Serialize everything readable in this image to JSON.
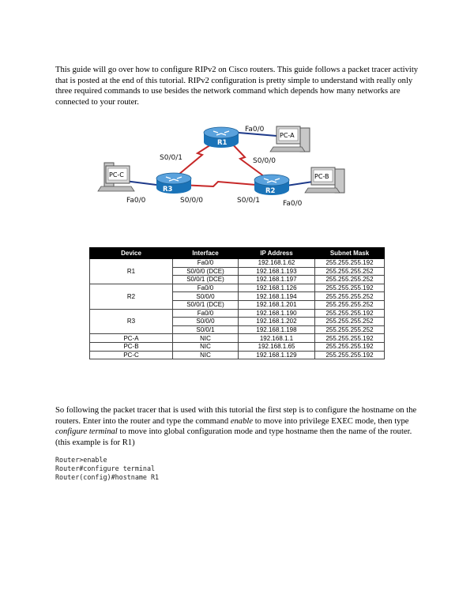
{
  "intro": "This guide will go over how to configure RIPv2 on Cisco routers. This guide follows a packet tracer activity that is posted at the end of this tutorial. RIPv2 configuration is pretty simple to understand with really only three required commands to use besides the network command which depends how many networks are connected to your router.",
  "diagram": {
    "routers": {
      "r1": "R1",
      "r2": "R2",
      "r3": "R3"
    },
    "pcs": {
      "a": "PC-A",
      "b": "PC-B",
      "c": "PC-C"
    },
    "labels": {
      "r1_fa": "Fa0/0",
      "r1_s001": "S0/0/1",
      "r1_s000": "S0/0/0",
      "r2_s001": "S0/0/1",
      "r2_fa": "Fa0/0",
      "r3_fa": "Fa0/0",
      "r3_s000": "S0/0/0"
    },
    "colors": {
      "router": "#1a73b8",
      "router_top": "#5aa2dd",
      "link": "#c62828",
      "lan": "#1e3a8a"
    }
  },
  "table": {
    "headers": [
      "Device",
      "Interface",
      "IP Address",
      "Subnet Mask"
    ],
    "groups": [
      {
        "device": "R1",
        "rows": [
          [
            "Fa0/0",
            "192.168.1.62",
            "255.255.255.192"
          ],
          [
            "S0/0/0 (DCE)",
            "192.168.1.193",
            "255.255.255.252"
          ],
          [
            "S0/0/1 (DCE)",
            "192.168.1.197",
            "255.255.255.252"
          ]
        ]
      },
      {
        "device": "R2",
        "rows": [
          [
            "Fa0/0",
            "192.168.1.126",
            "255.255.255.192"
          ],
          [
            "S0/0/0",
            "192.168.1.194",
            "255.255.255.252"
          ],
          [
            "S0/0/1 (DCE)",
            "192.168.1.201",
            "255.255.255.252"
          ]
        ]
      },
      {
        "device": "R3",
        "rows": [
          [
            "Fa0/0",
            "192.168.1.190",
            "255.255.255.192"
          ],
          [
            "S0/0/0",
            "192.168.1.202",
            "255.255.255.252"
          ],
          [
            "S0/0/1",
            "192.168.1.198",
            "255.255.255.252"
          ]
        ]
      },
      {
        "device": "PC-A",
        "rows": [
          [
            "NIC",
            "192.168.1.1",
            "255.255.255.192"
          ]
        ]
      },
      {
        "device": "PC-B",
        "rows": [
          [
            "NIC",
            "192.168.1.65",
            "255.255.255.192"
          ]
        ]
      },
      {
        "device": "PC-C",
        "rows": [
          [
            "NIC",
            "192.168.1.129",
            "255.255.255.192"
          ]
        ]
      }
    ]
  },
  "para2": {
    "p1": "So following the packet tracer that is used with this tutorial the first step is to configure the hostname on the routers. Enter into the router and type the command ",
    "em1": "enable",
    "p2": " to move into privilege EXEC mode, then type ",
    "em2": "configure terminal",
    "p3": " to move into global configuration mode and type hostname then the name of the router. (this example is for R1)"
  },
  "code": [
    "Router>enable",
    "Router#configure terminal",
    "Router(config)#hostname R1"
  ]
}
